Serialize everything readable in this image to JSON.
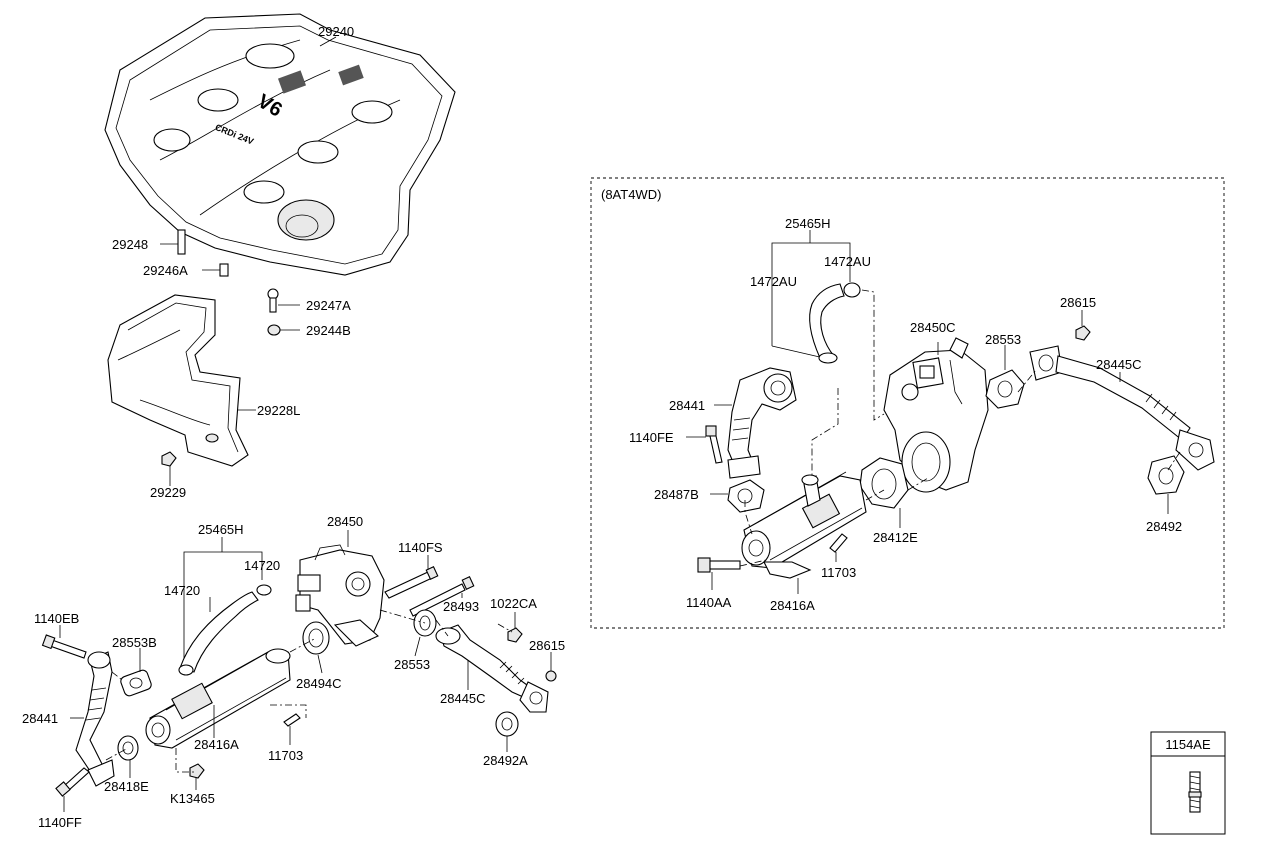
{
  "option_box": {
    "label": "(8AT4WD)"
  },
  "legend_box": {
    "part_no": "1154AE"
  },
  "labels": {
    "c29240": "29240",
    "c29248": "29248",
    "c29246A": "29246A",
    "c29247A": "29247A",
    "c29244B": "29244B",
    "c29228L": "29228L",
    "c29229": "29229",
    "l25465H": "25465H",
    "l14720a": "14720",
    "l14720b": "14720",
    "l28450": "28450",
    "l1140FS": "1140FS",
    "l28493": "28493",
    "l1022CA": "1022CA",
    "l28615": "28615",
    "l1140EB": "1140EB",
    "l28553B": "28553B",
    "l28441": "28441",
    "l28494C": "28494C",
    "l28553": "28553",
    "l28445C": "28445C",
    "l28416A": "28416A",
    "l11703": "11703",
    "l28418E": "28418E",
    "lK13465": "K13465",
    "l28492A": "28492A",
    "l1140FF": "1140FF",
    "r25465H": "25465H",
    "r1472AUa": "1472AU",
    "r1472AUb": "1472AU",
    "r28615": "28615",
    "r28450C": "28450C",
    "r28553": "28553",
    "r28445C": "28445C",
    "r28441": "28441",
    "r1140FE": "1140FE",
    "r28487B": "28487B",
    "r28412E": "28412E",
    "r28492": "28492",
    "r11703": "11703",
    "r1140AA": "1140AA",
    "r28416A": "28416A"
  }
}
